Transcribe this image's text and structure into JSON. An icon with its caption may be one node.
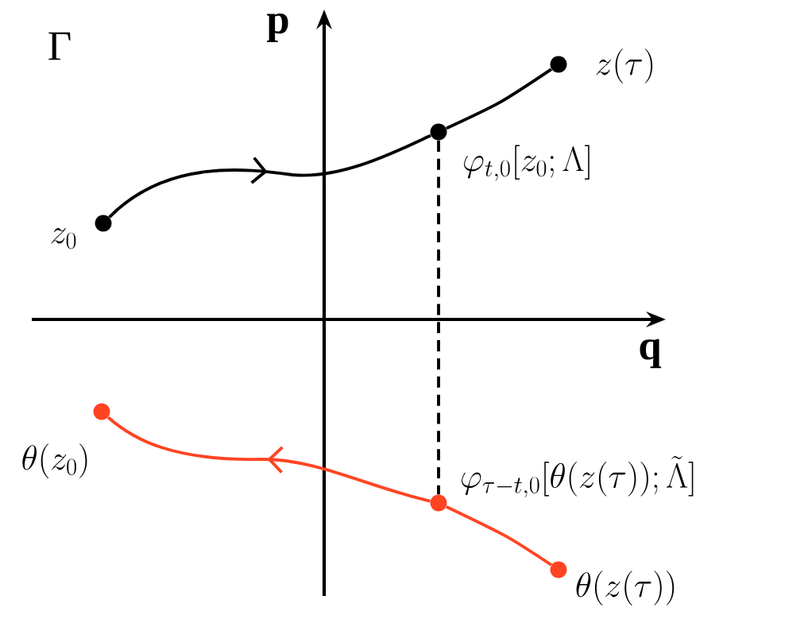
{
  "diagram": {
    "nodes": [
      {
        "text": [],
        "shape": "circle",
        "beside": [
          "z_0"
        ]
      },
      {
        "text": [],
        "shape": "circle",
        "beside": [
          "\\varphi_{t,0}[z_0;\\Lambda]"
        ]
      },
      {
        "text": [],
        "shape": "circle",
        "beside": [
          "z(\\tau)"
        ]
      },
      {
        "text": [],
        "shape": "circle",
        "beside": [
          "\\theta(z_0)"
        ]
      },
      {
        "text": [],
        "shape": "circle",
        "beside": [
          "\\varphi_{\\tau-t,0}[\\theta(z(\\tau));\\tilde{\\Lambda}]"
        ]
      },
      {
        "text": [],
        "shape": "circle",
        "beside": [
          "\\theta(z(\\tau))"
        ]
      }
    ],
    "edges": [
      {
        "from": 0,
        "to": 1,
        "arrow": "to"
      },
      {
        "from": 1,
        "to": 2,
        "arrow": "none"
      },
      {
        "from": 1,
        "to": 4,
        "arrow": "none",
        "style": "dashed"
      },
      {
        "from": 4,
        "to": 3,
        "arrow": "to",
        "color": "#ff4422"
      },
      {
        "from": 5,
        "to": 4,
        "arrow": "none",
        "color": "#ff4422"
      }
    ],
    "labels": [
      "Γ",
      "p",
      "q"
    ]
  }
}
